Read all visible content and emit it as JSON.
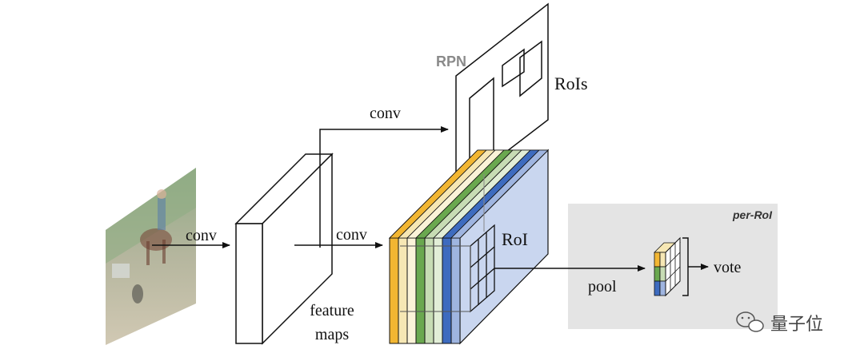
{
  "labels": {
    "conv_input": "conv",
    "conv_feature": "conv",
    "conv_rpn": "conv",
    "rpn": "RPN",
    "rois": "RoIs",
    "roi": "RoI",
    "feature": "feature",
    "maps": "maps",
    "pool": "pool",
    "vote": "vote",
    "per_roi": "per-RoI"
  },
  "watermark": {
    "text": "量子位"
  },
  "colors": {
    "yellow": "#f2b632",
    "light_yellow": "#f6e7b4",
    "green": "#6aa84f",
    "light_green": "#c7dcb4",
    "blue": "#3d6bbf",
    "light_blue": "#c9d6ef",
    "panel_gray": "#e4e4e4",
    "rpn_gray": "#8a8a8a"
  }
}
